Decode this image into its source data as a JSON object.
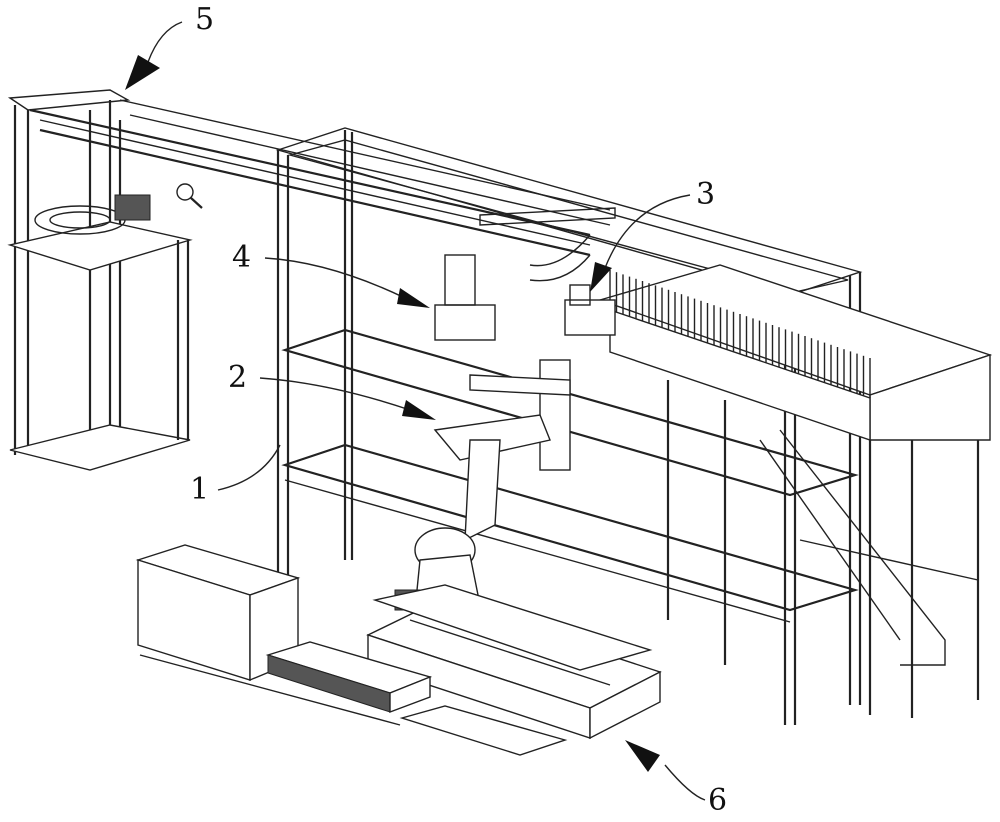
{
  "figure": {
    "labels": {
      "frame": "1",
      "robot": "2",
      "gripper_right": "3",
      "gripper_left": "4",
      "overhead_conveyor": "5",
      "base_rail": "6"
    },
    "colors": {
      "line": "#222222",
      "background": "#ffffff"
    }
  }
}
